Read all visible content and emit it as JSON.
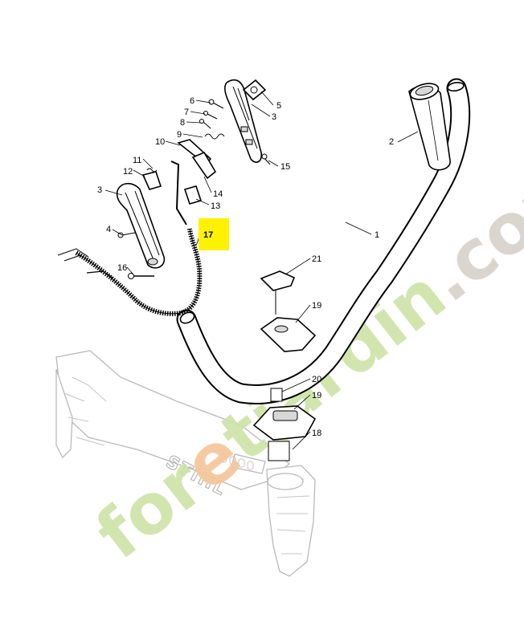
{
  "diagram": {
    "parts": [
      {
        "ref": "1"
      },
      {
        "ref": "2"
      },
      {
        "ref": "3a"
      },
      {
        "ref": "3b"
      },
      {
        "ref": "4"
      },
      {
        "ref": "5"
      },
      {
        "ref": "6"
      },
      {
        "ref": "7"
      },
      {
        "ref": "8"
      },
      {
        "ref": "9"
      },
      {
        "ref": "10"
      },
      {
        "ref": "11"
      },
      {
        "ref": "12"
      },
      {
        "ref": "13"
      },
      {
        "ref": "14"
      },
      {
        "ref": "15"
      },
      {
        "ref": "16"
      },
      {
        "ref": "17"
      },
      {
        "ref": "18"
      },
      {
        "ref": "19a"
      },
      {
        "ref": "19b"
      },
      {
        "ref": "20"
      },
      {
        "ref": "21"
      }
    ],
    "labels": {
      "p1": "1",
      "p2": "2",
      "p3a": "3",
      "p3b": "3",
      "p4": "4",
      "p5": "5",
      "p6": "6",
      "p7": "7",
      "p8": "8",
      "p9": "9",
      "p10": "10",
      "p11": "11",
      "p12": "12",
      "p13": "13",
      "p14": "14",
      "p15": "15",
      "p16": "16",
      "p17": "17",
      "p18": "18",
      "p19a": "19",
      "p19b": "19",
      "p20": "20",
      "p21": "21"
    },
    "highlight": {
      "part": "17",
      "color": "#fff200"
    },
    "brand_logo_text": "STIHL",
    "watermark": {
      "text_green_1": "for",
      "text_orange": "e",
      "text_green_2": "tjardin",
      "text_grey": ".com",
      "colors": {
        "green": "#cfe3a8",
        "orange": "#f6c69a",
        "grey": "#d8d2cc"
      }
    }
  }
}
